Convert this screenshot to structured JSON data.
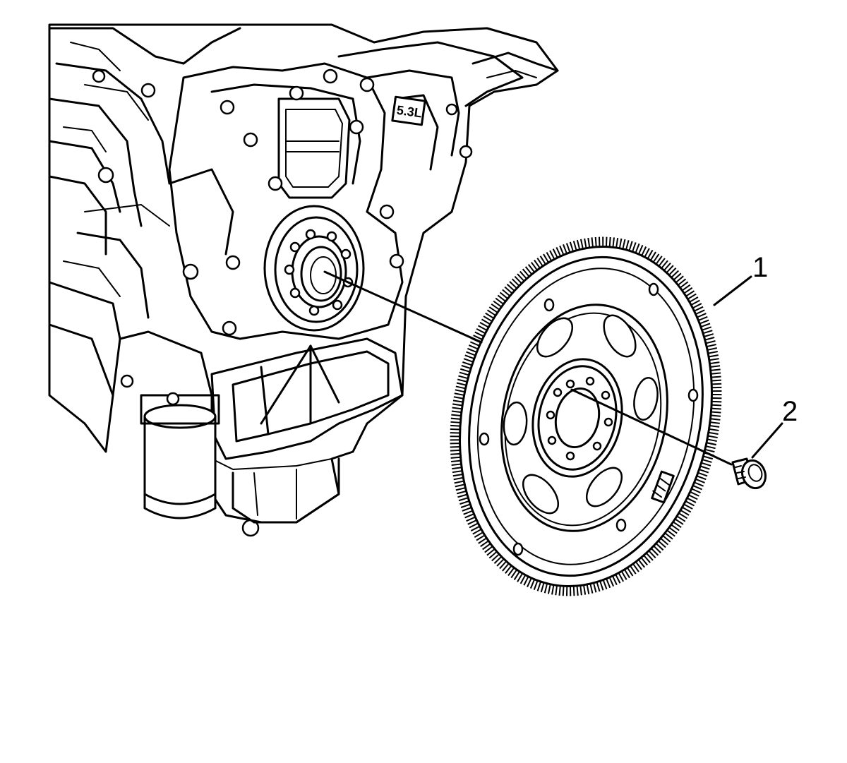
{
  "engine": {
    "displacement_badge": "5.3L"
  },
  "callouts": [
    {
      "id": "1",
      "label": "1"
    },
    {
      "id": "2",
      "label": "2"
    }
  ]
}
